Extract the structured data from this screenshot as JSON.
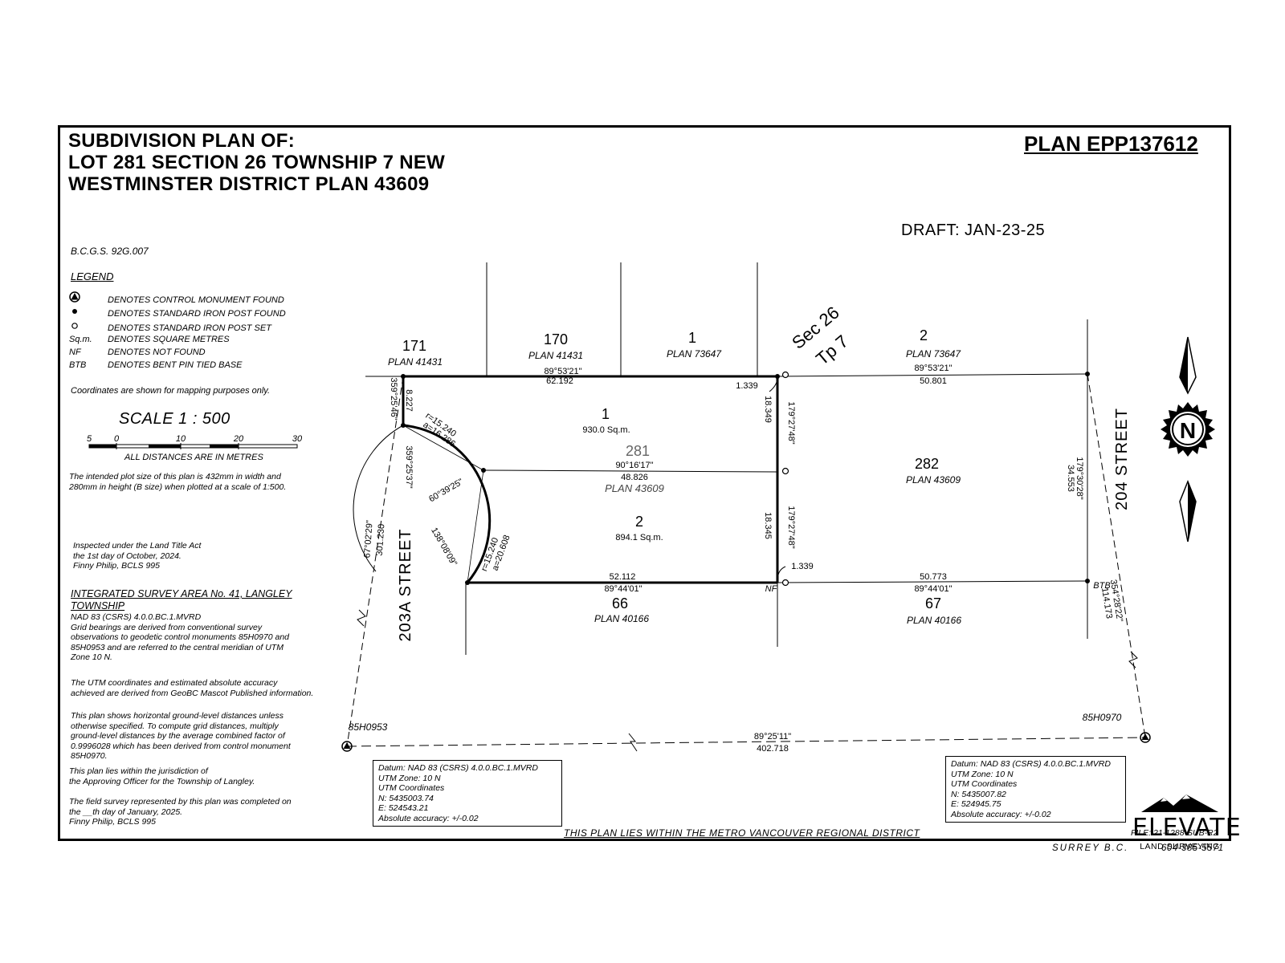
{
  "title": {
    "line1": "SUBDIVISION PLAN OF:",
    "line2": "LOT 281 SECTION 26 TOWNSHIP 7 NEW",
    "line3": "WESTMINSTER DISTRICT PLAN 43609"
  },
  "plan_number": "PLAN EPP137612",
  "draft": "DRAFT:  JAN-23-25",
  "bcgs": "B.C.G.S.  92G.007",
  "legend": {
    "title": "LEGEND",
    "items": [
      {
        "symbol": "",
        "text": "DENOTES  CONTROL  MONUMENT  FOUND"
      },
      {
        "symbol": "",
        "text": "DENOTES  STANDARD  IRON POST  FOUND"
      },
      {
        "symbol": "",
        "text": "DENOTES  STANDARD  IRON POST  SET"
      },
      {
        "symbol": "Sq.m.",
        "text": "DENOTES  SQUARE  METRES"
      },
      {
        "symbol": "NF",
        "text": "DENOTES  NOT  FOUND"
      },
      {
        "symbol": "BTB",
        "text": "DENOTES  BENT  PIN  TIED  BASE"
      }
    ]
  },
  "coordinates_note": "Coordinates  are  shown  for  mapping  purposes  only.",
  "scale": {
    "label": "SCALE       1 : 500",
    "ticks": [
      "5",
      "0",
      "10",
      "20",
      "30"
    ],
    "units_note": "ALL  DISTANCES  ARE  IN  METRES"
  },
  "plot_note": [
    "The  intended  plot  size  of  this  plan  is  432mm  in  width  and",
    "280mm  in  height  (B  size)  when  plotted  at  a  scale  of  1:500."
  ],
  "inspection": [
    "Inspected  under  the  Land  Title  Act",
    "the  1st  day  of  October,  2024.",
    "Finny  Philip,  BCLS  995"
  ],
  "integrated_survey": {
    "heading1": "INTEGRATED  SURVEY  AREA  No.  41,  LANGLEY",
    "heading2": "TOWNSHIP",
    "lines": [
      "NAD  83  (CSRS)  4.0.0.BC.1.MVRD",
      "Grid  bearings  are  derived  from  conventional  survey",
      "observations  to  geodetic  control  monuments  85H0970  and",
      "85H0953  and  are  referred  to  the  central  meridian  of  UTM",
      "Zone  10  N."
    ]
  },
  "utm_note": [
    "The  UTM  coordinates  and  estimated  absolute  accuracy",
    "achieved  are  derived  from  GeoBC  Mascot  Published  information."
  ],
  "ground_note": [
    "This  plan  shows  horizontal  ground-level  distances  unless",
    "otherwise  specified.  To  compute  grid  distances,  multiply",
    "ground-level  distances  by  the  average  combined  factor  of",
    "0.9996028  which  has  been  derived  from  control  monument",
    "85H0970."
  ],
  "jurisdiction_note": [
    "This  plan  lies  within  the  jurisdiction  of",
    "the  Approving  Officer  for  the  Township  of  Langley."
  ],
  "field_note": [
    "The  field  survey  represented  by  this  plan  was  completed  on",
    "the  __th  day  of  January,  2025.",
    "Finny  Philip,  BCLS  995"
  ],
  "datum_left": [
    "Datum:  NAD  83  (CSRS)  4.0.0.BC.1.MVRD",
    "UTM  Zone:  10  N",
    "UTM  Coordinates",
    "N:  5435003.74",
    "E:  524543.21",
    "Absolute  accuracy:  +/-0.02"
  ],
  "datum_right": [
    "Datum:  NAD  83  (CSRS)  4.0.0.BC.1.MVRD",
    "UTM  Zone:  10  N",
    "UTM  Coordinates",
    "N:  5435007.82",
    "E:  524945.75",
    "Absolute  accuracy:  +/-0.02"
  ],
  "metro_note": "THIS  PLAN  LIES  WITHIN  THE  METRO  VANCOUVER  REGIONAL  DISTRICT",
  "brand": {
    "name": "ELEVATE",
    "subtitle": "LAND SURVEYING"
  },
  "file_number": "FILE:  21-1288-SUB-R2",
  "footer": {
    "city": "SURREY  B.C.",
    "phone": "604-385-5571"
  },
  "plan": {
    "lots_north": [
      {
        "number": "171",
        "plan": "PLAN  41431"
      },
      {
        "number": "170",
        "plan": "PLAN  41431"
      },
      {
        "number": "1",
        "plan": "PLAN  73647"
      },
      {
        "number": "2",
        "plan": "PLAN  73647"
      }
    ],
    "sec_label": "Sec 26",
    "tp_label": "Tp 7",
    "lot1": {
      "number": "1",
      "area": "930.0   Sq.m."
    },
    "lot2": {
      "number": "2",
      "area": "894.1   Sq.m."
    },
    "old_lot": {
      "number": "281",
      "plan": "PLAN  43609"
    },
    "lot282": {
      "number": "282",
      "plan": "PLAN  43609"
    },
    "lot66": {
      "number": "66",
      "plan": "PLAN  40166"
    },
    "lot67": {
      "number": "67",
      "plan": "PLAN  40166"
    },
    "street_west": "203A  STREET",
    "street_east": "204  STREET",
    "dimensions": {
      "north_bearing": "89°53'21\"",
      "north_dist": "62.192",
      "north_east_bearing": "89°53'21\"",
      "north_east_dist": "50.801",
      "mid_bearing": "90°16'17\"",
      "mid_dist": "48.826",
      "south_dist": "52.112",
      "south_bearing": "89°44'01\"",
      "south_east_dist": "50.773",
      "south_east_bearing": "89°44'01\"",
      "east_upper_bearing": "179°27'48\"",
      "east_upper_dist": "18.349",
      "east_lower_bearing": "179°27'48\"",
      "east_lower_dist": "18.345",
      "offset_top": "1.339",
      "offset_bottom": "1.339",
      "west_top_bearing": "359°25'46\"",
      "west_top_dist": "8.227",
      "west_mid_bearing": "359°25'37\"",
      "curve1_r": "r=15.240",
      "curve1_a": "a=16.286",
      "curve2_r": "r=15.240",
      "curve2_a": "a=20.608",
      "angle1": "60°39'25\"",
      "angle2": "138°08'09\"",
      "east_282_dist": "34.553",
      "east_282_bearing": "179°30'28\"",
      "tie_west_bearing": "67°02'29\"",
      "tie_west_dist": "301.230",
      "tie_east_bearing": "354°28'22\"",
      "tie_east_dist": "114.173",
      "base_bearing": "89°25'11\"",
      "base_dist": "402.718"
    },
    "nf": "NF",
    "btb": "BTB",
    "mon_west": "85H0953",
    "mon_east": "85H0970",
    "north_letter": "N"
  }
}
